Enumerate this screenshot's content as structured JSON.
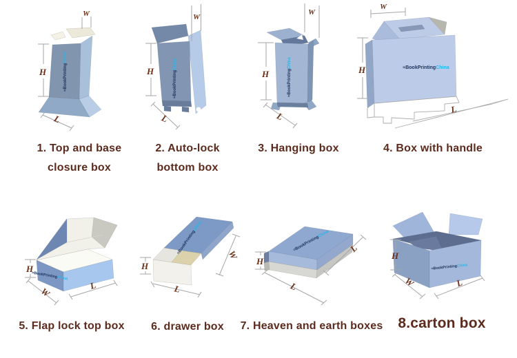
{
  "title": "Box types diagram",
  "dim_labels": {
    "W": "W",
    "H": "H",
    "L": "L"
  },
  "logo": {
    "mark": "≈",
    "name": "BookPrinting",
    "suffix": "China"
  },
  "boxes": [
    {
      "num": 1,
      "caption": [
        "1. Top and base",
        "closure box"
      ]
    },
    {
      "num": 2,
      "caption": [
        "2. Auto-lock",
        "bottom box"
      ]
    },
    {
      "num": 3,
      "caption": [
        "3. Hanging box"
      ]
    },
    {
      "num": 4,
      "caption": [
        "4. Box with handle"
      ]
    },
    {
      "num": 5,
      "caption": [
        "5. Flap lock top box"
      ]
    },
    {
      "num": 6,
      "caption": [
        "6. drawer box"
      ]
    },
    {
      "num": 7,
      "caption": [
        "7. Heaven and earth boxes"
      ]
    },
    {
      "num": 8,
      "caption": [
        "8.carton box"
      ]
    }
  ],
  "colors": {
    "caption_text": "#5c2b1d",
    "dimension_text": "#6b3018",
    "dimension_line": "#a6a6a6",
    "logo_primary": "#20355c",
    "logo_accent": "#2ab4e8",
    "box_blue_front": "#8296b4",
    "box_blue_light": "#b6cbe8",
    "flap_cream": "#ece8da",
    "base_gray": "#d7d7d3"
  }
}
